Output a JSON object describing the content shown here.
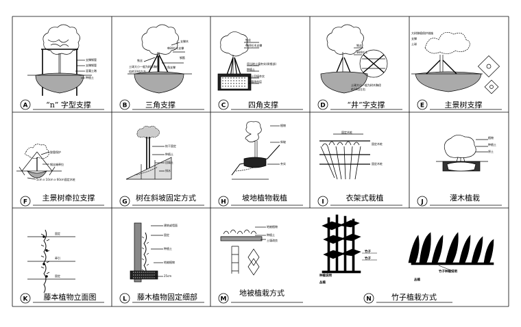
{
  "panels": {
    "A": {
      "letter": "A",
      "title": "“n” 字型支撑",
      "notes": [
        "支撑钢管",
        "支撑钢管",
        "混凝土墩",
        "种植土"
      ]
    },
    "B": {
      "letter": "B",
      "title": "三角支撑",
      "notes": [
        "支撑木",
        "Φ80杉木支撑",
        "土球大小一般为树木胸径",
        "钢筋",
        "三角支撑",
        "倍的10倍左右",
        "铁丝"
      ]
    },
    "C": {
      "letter": "C",
      "title": "四角支撑",
      "notes": [
        "铁丝",
        "Φ80杉木支撑",
        "用当地土壤夯实(树根部)",
        "种植土",
        "沙土回填夯实",
        "土壤改良层"
      ]
    },
    "D": {
      "letter": "D",
      "title": "“井”字支撑",
      "notes": [
        "铁丝",
        "Φ80杉木",
        "土球大小一般为树木胸径",
        "的10倍左右"
      ]
    },
    "E": {
      "letter": "E",
      "title": "主景树支撑",
      "notes": [
        "大树移植保护措施",
        "支撑",
        "土球"
      ]
    },
    "F": {
      "letter": "F",
      "title": "主景树牵拉支撑",
      "notes": [
        "胶管保护",
        "钢丝绳牵拉",
        "5cm x 10cm x 60cm固定木桩"
      ]
    },
    "G": {
      "letter": "G",
      "title": "树在斜坡固定方式",
      "notes": [
        "枝干固定",
        "种植土",
        "回填土",
        "排水"
      ]
    },
    "H": {
      "letter": "H",
      "title": "坡地植物栽植",
      "notes": [
        "植物",
        "斜坡",
        "夯实"
      ]
    },
    "I": {
      "letter": "I",
      "title": "衣架式栽植",
      "notes": [
        "固定木桩",
        "固定木桩",
        "固定木桩"
      ]
    },
    "J": {
      "letter": "J",
      "title": "灌木植栽",
      "notes": [
        "植物",
        "种植土",
        "原土"
      ]
    },
    "K": {
      "letter": "K",
      "title": "藤本植物立面图",
      "notes": [
        "固定",
        "牵引",
        "固定"
      ]
    },
    "L": {
      "letter": "L",
      "title": "藤木植物固定细部",
      "notes": [
        "建筑或墙面",
        "固定",
        "种植土",
        "地被植物",
        "25cm"
      ]
    },
    "M": {
      "letter": "M",
      "title": "地被植栽方式",
      "notes": [
        "地被植物",
        "种植土",
        "土壤改良"
      ]
    },
    "N": {
      "letter": "N",
      "title": "竹子植栽方式",
      "notes": [
        "竹子",
        "竹子",
        "种植说明",
        "丛植",
        "竹子种植说明",
        "丛植"
      ]
    }
  }
}
